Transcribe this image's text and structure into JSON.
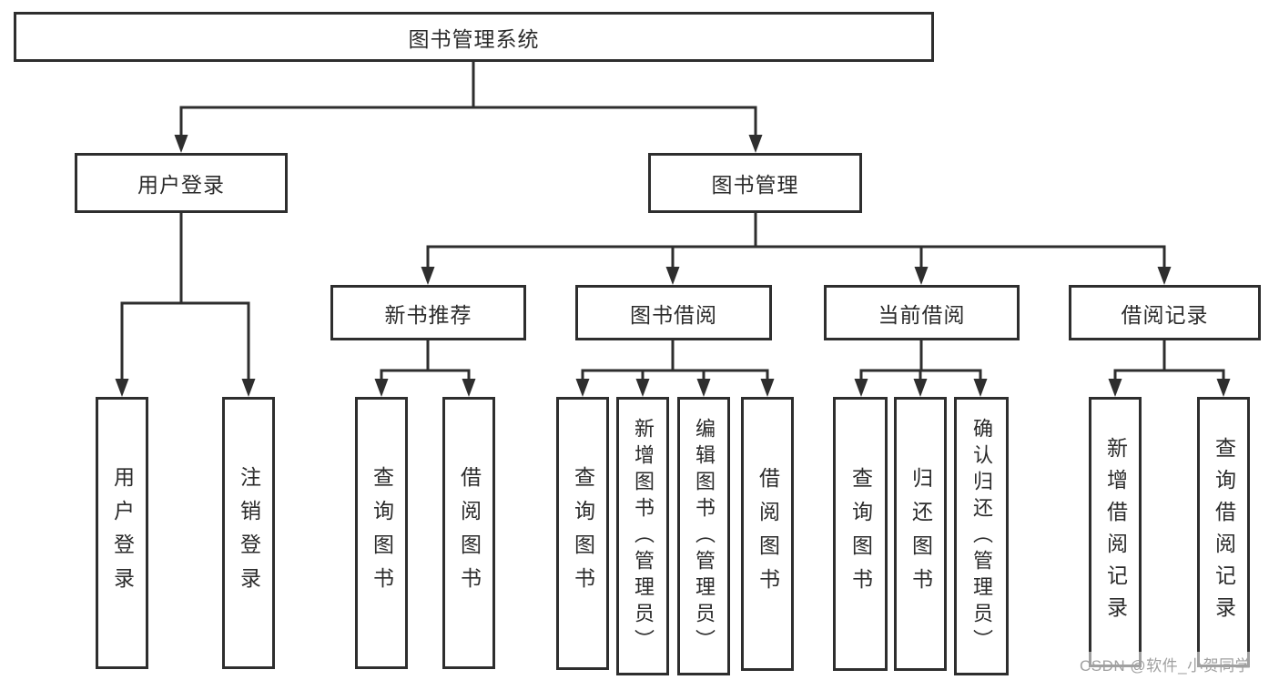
{
  "diagram_title": "图书管理系统",
  "tree": {
    "label": "图书管理系统",
    "children": [
      {
        "label": "用户登录",
        "children": [
          {
            "label": "用户登录"
          },
          {
            "label": "注销登录"
          }
        ]
      },
      {
        "label": "图书管理",
        "children": [
          {
            "label": "新书推荐",
            "children": [
              {
                "label": "查询图书"
              },
              {
                "label": "借阅图书"
              }
            ]
          },
          {
            "label": "图书借阅",
            "children": [
              {
                "label": "查询图书"
              },
              {
                "label": "新增图书（管理员）"
              },
              {
                "label": "编辑图书（管理员）"
              },
              {
                "label": "借阅图书"
              }
            ]
          },
          {
            "label": "当前借阅",
            "children": [
              {
                "label": "查询图书"
              },
              {
                "label": "归还图书"
              },
              {
                "label": "确认归还（管理员）"
              }
            ]
          },
          {
            "label": "借阅记录",
            "children": [
              {
                "label": "新增借阅记录"
              },
              {
                "label": "查询借阅记录"
              }
            ]
          }
        ]
      }
    ]
  },
  "watermark": "CSDN @软件_小贺同学",
  "colors": {
    "line": "#2e2e2e",
    "box_background": "#ffffff",
    "text": "#2b2b2b",
    "watermark": "#a0a0a0"
  }
}
